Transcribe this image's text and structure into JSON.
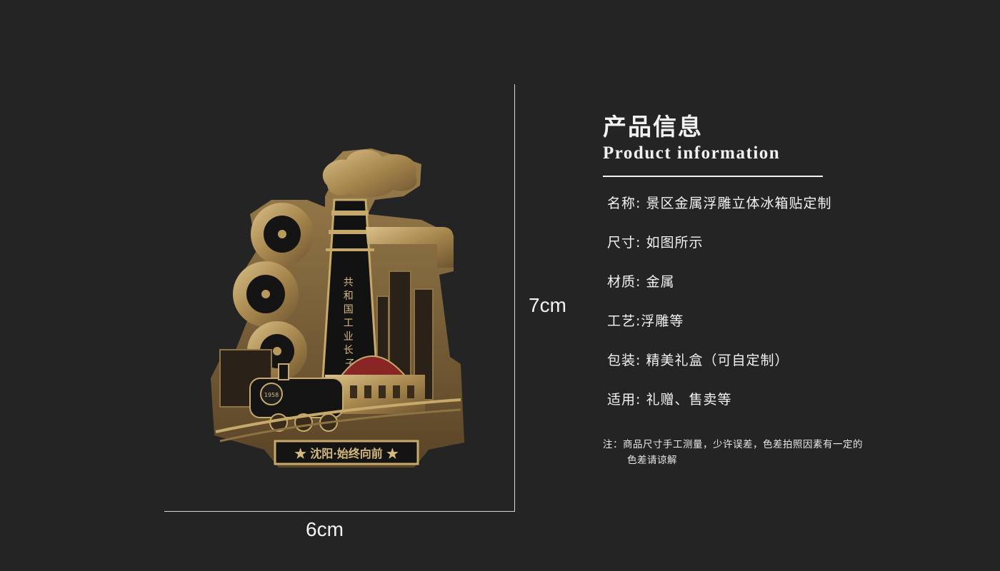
{
  "product_info": {
    "title_cn": "产品信息",
    "title_en": "Product information",
    "specs": [
      "名称: 景区金属浮雕立体冰箱贴定制",
      "尺寸: 如图所示",
      "材质: 金属",
      "工艺:浮雕等",
      "包装: 精美礼盒（可自定制）",
      "适用: 礼赠、售卖等"
    ],
    "note_line1": "注：商品尺寸手工测量，少许误差，色差拍照因素有一定的",
    "note_line2": "色差请谅解"
  },
  "dimensions": {
    "height": "7cm",
    "width": "6cm"
  },
  "magnet": {
    "vertical_text": [
      "共",
      "和",
      "国",
      "工",
      "业",
      "长",
      "子"
    ],
    "banner": "★ 沈阳·始终向前 ★",
    "locomotive_number": "1958"
  },
  "colors": {
    "background": "#242424",
    "gold": "#b89a5c",
    "dark_enamel": "#111111",
    "red_enamel": "#8a2525"
  }
}
